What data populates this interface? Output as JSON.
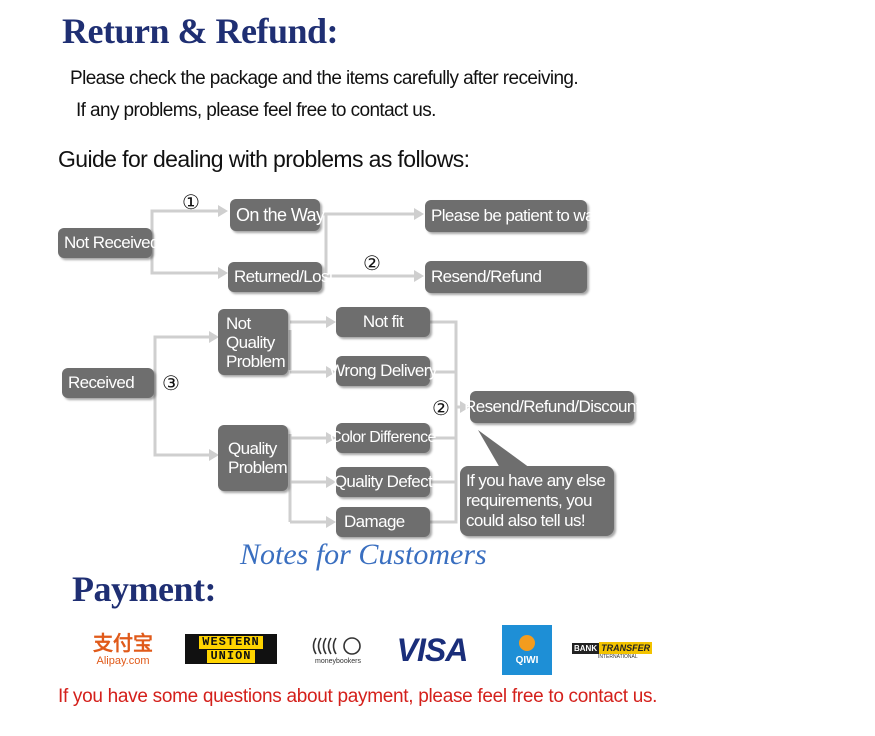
{
  "header": {
    "title": "Return & Refund:",
    "line1": "Please check the package and the items carefully after receiving.",
    "line2": "If any problems, please feel free to contact us.",
    "guide": "Guide for dealing with problems as follows:"
  },
  "flow": {
    "not_received": "Not Received",
    "on_the_way": "On the Way",
    "returned_lost": "Returned/Lost",
    "please_wait": "Please be patient to wait",
    "resend_refund": "Resend/Refund",
    "received": "Received",
    "not_quality_problem": "Not Quality Problem",
    "quality_problem": "Quality Problem",
    "not_fit": "Not fit",
    "wrong_delivery": "Wrong Delivery",
    "color_difference": "Color Difference",
    "quality_defect": "Quality Defect",
    "damage": "Damage",
    "resend_refund_discount": "Resend/Refund/Discount",
    "else_requirements": "If you have any else requirements, you could also tell us!",
    "circle1": "①",
    "circle2": "②",
    "circle3": "③",
    "circle2b": "②"
  },
  "notes": "Notes for Customers",
  "payment": {
    "title": "Payment:",
    "logos": {
      "alipay_cn": "支付宝",
      "alipay_en": "Alipay.com",
      "western1": "WESTERN",
      "western2": "UNION",
      "mb_sub": "moneybookers",
      "visa": "VISA",
      "qiwi": "QIWI",
      "bank1": "BANK",
      "bank2": "TRANSFER",
      "bank3": "INTERNATIONAL"
    },
    "note": "If you have some questions about payment, please feel free to contact us."
  }
}
